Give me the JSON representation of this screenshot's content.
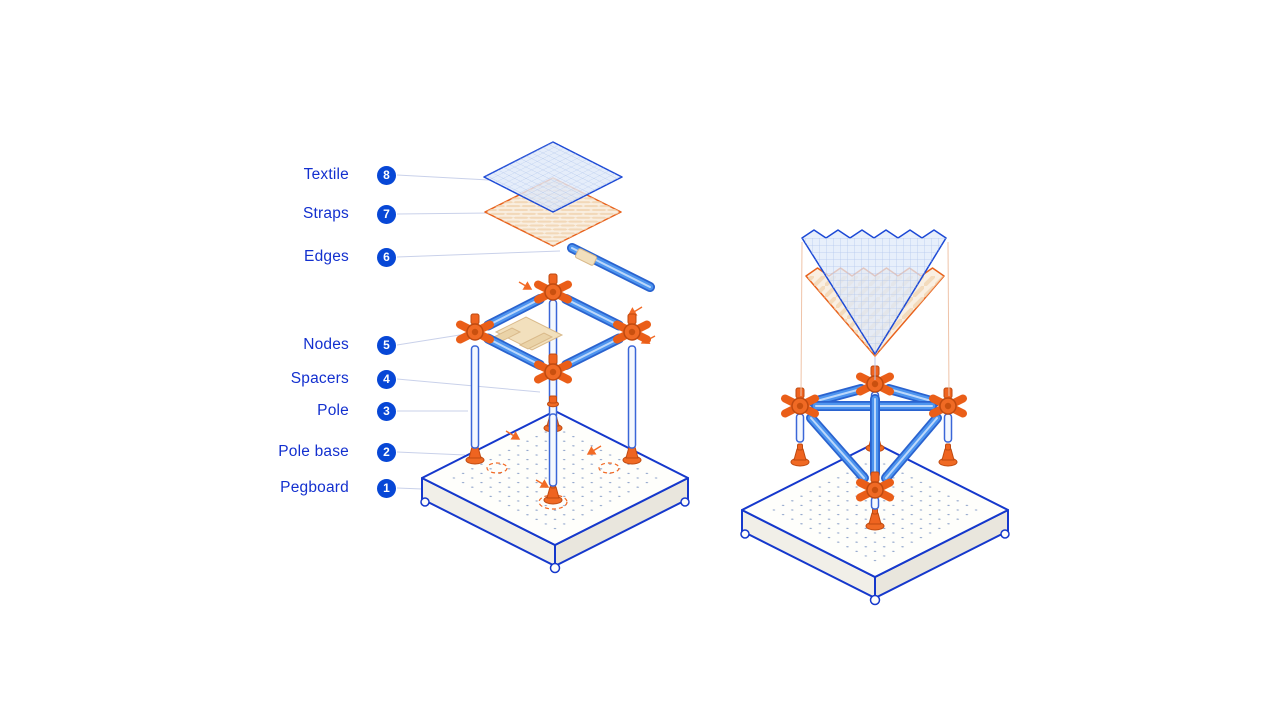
{
  "legend": {
    "items": [
      {
        "id": "textile",
        "label": "Textile",
        "number": "8"
      },
      {
        "id": "straps",
        "label": "Straps",
        "number": "7"
      },
      {
        "id": "edges",
        "label": "Edges",
        "number": "6"
      },
      {
        "id": "nodes",
        "label": "Nodes",
        "number": "5"
      },
      {
        "id": "spacers",
        "label": "Spacers",
        "number": "4"
      },
      {
        "id": "pole",
        "label": "Pole",
        "number": "3"
      },
      {
        "id": "pole-base",
        "label": "Pole base",
        "number": "2"
      },
      {
        "id": "pegboard",
        "label": "Pegboard",
        "number": "1"
      }
    ]
  },
  "colors": {
    "label_text": "#1330cf",
    "badge_background": "#0747d6",
    "badge_text": "#ffffff",
    "accent_orange": "#ef6420",
    "tube_blue": "#4e95ef",
    "outline_blue": "#1538cc",
    "textile_fill": "#dfe9f9",
    "straps_fill": "#f8ecdd",
    "wood_tan": "#f0ddba",
    "background": "#ffffff"
  }
}
